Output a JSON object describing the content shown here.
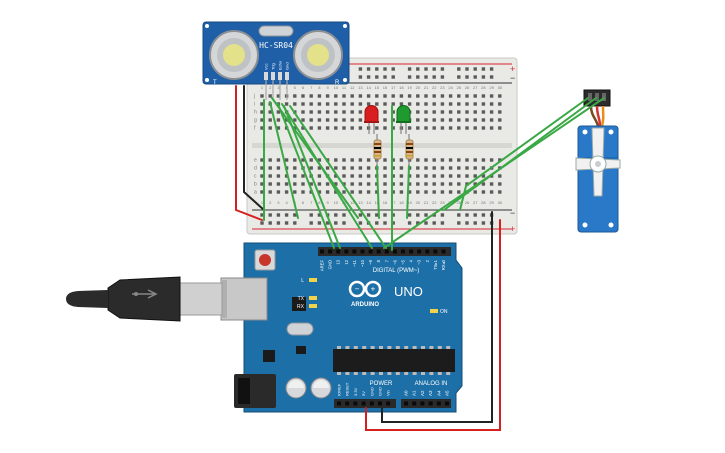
{
  "sensor": {
    "model": "HC-SR04",
    "pins": [
      "Vcc",
      "Trig",
      "Echo",
      "Gnd"
    ],
    "corner_left": "T",
    "corner_right": "R"
  },
  "breadboard": {
    "col_numbers_top": [
      "1",
      "2",
      "3",
      "4",
      "5",
      "6",
      "7",
      "8",
      "9",
      "10",
      "11",
      "12",
      "13",
      "14",
      "15",
      "16",
      "17",
      "18",
      "19",
      "20",
      "21",
      "22",
      "23",
      "24",
      "25",
      "26",
      "27",
      "28",
      "29",
      "30"
    ],
    "row_letters_top": [
      "j",
      "i",
      "h",
      "g",
      "f"
    ],
    "row_letters_bottom": [
      "e",
      "d",
      "c",
      "b",
      "a"
    ],
    "rail_plus": "+",
    "rail_minus": "−"
  },
  "leds": {
    "red": "#d81e1e",
    "green": "#1e9a2e"
  },
  "arduino": {
    "board_name": "UNO",
    "brand": "ARDUINO",
    "digital_label": "DIGITAL (PWM~)",
    "digital_pins": [
      "AREF",
      "GND",
      "13",
      "12",
      "~11",
      "~10",
      "~9",
      "8",
      "7",
      "~6",
      "~5",
      "4",
      "~3",
      "2",
      "TX▸1",
      "RX◂0"
    ],
    "power_label": "POWER",
    "analog_label": "ANALOG IN",
    "power_pins": [
      "IOREF",
      "RESET",
      "3.3V",
      "5V",
      "GND",
      "GND",
      "Vin"
    ],
    "analog_pins": [
      "A0",
      "A1",
      "A2",
      "A3",
      "A4",
      "A5"
    ],
    "led_labels": [
      "L",
      "TX",
      "RX"
    ],
    "on_label": "ON"
  },
  "colors": {
    "board_blue": "#1d6fa8",
    "wire_green": "#3aa845",
    "wire_red": "#d62020",
    "wire_black": "#222222",
    "servo_blue": "#2a78c8"
  }
}
